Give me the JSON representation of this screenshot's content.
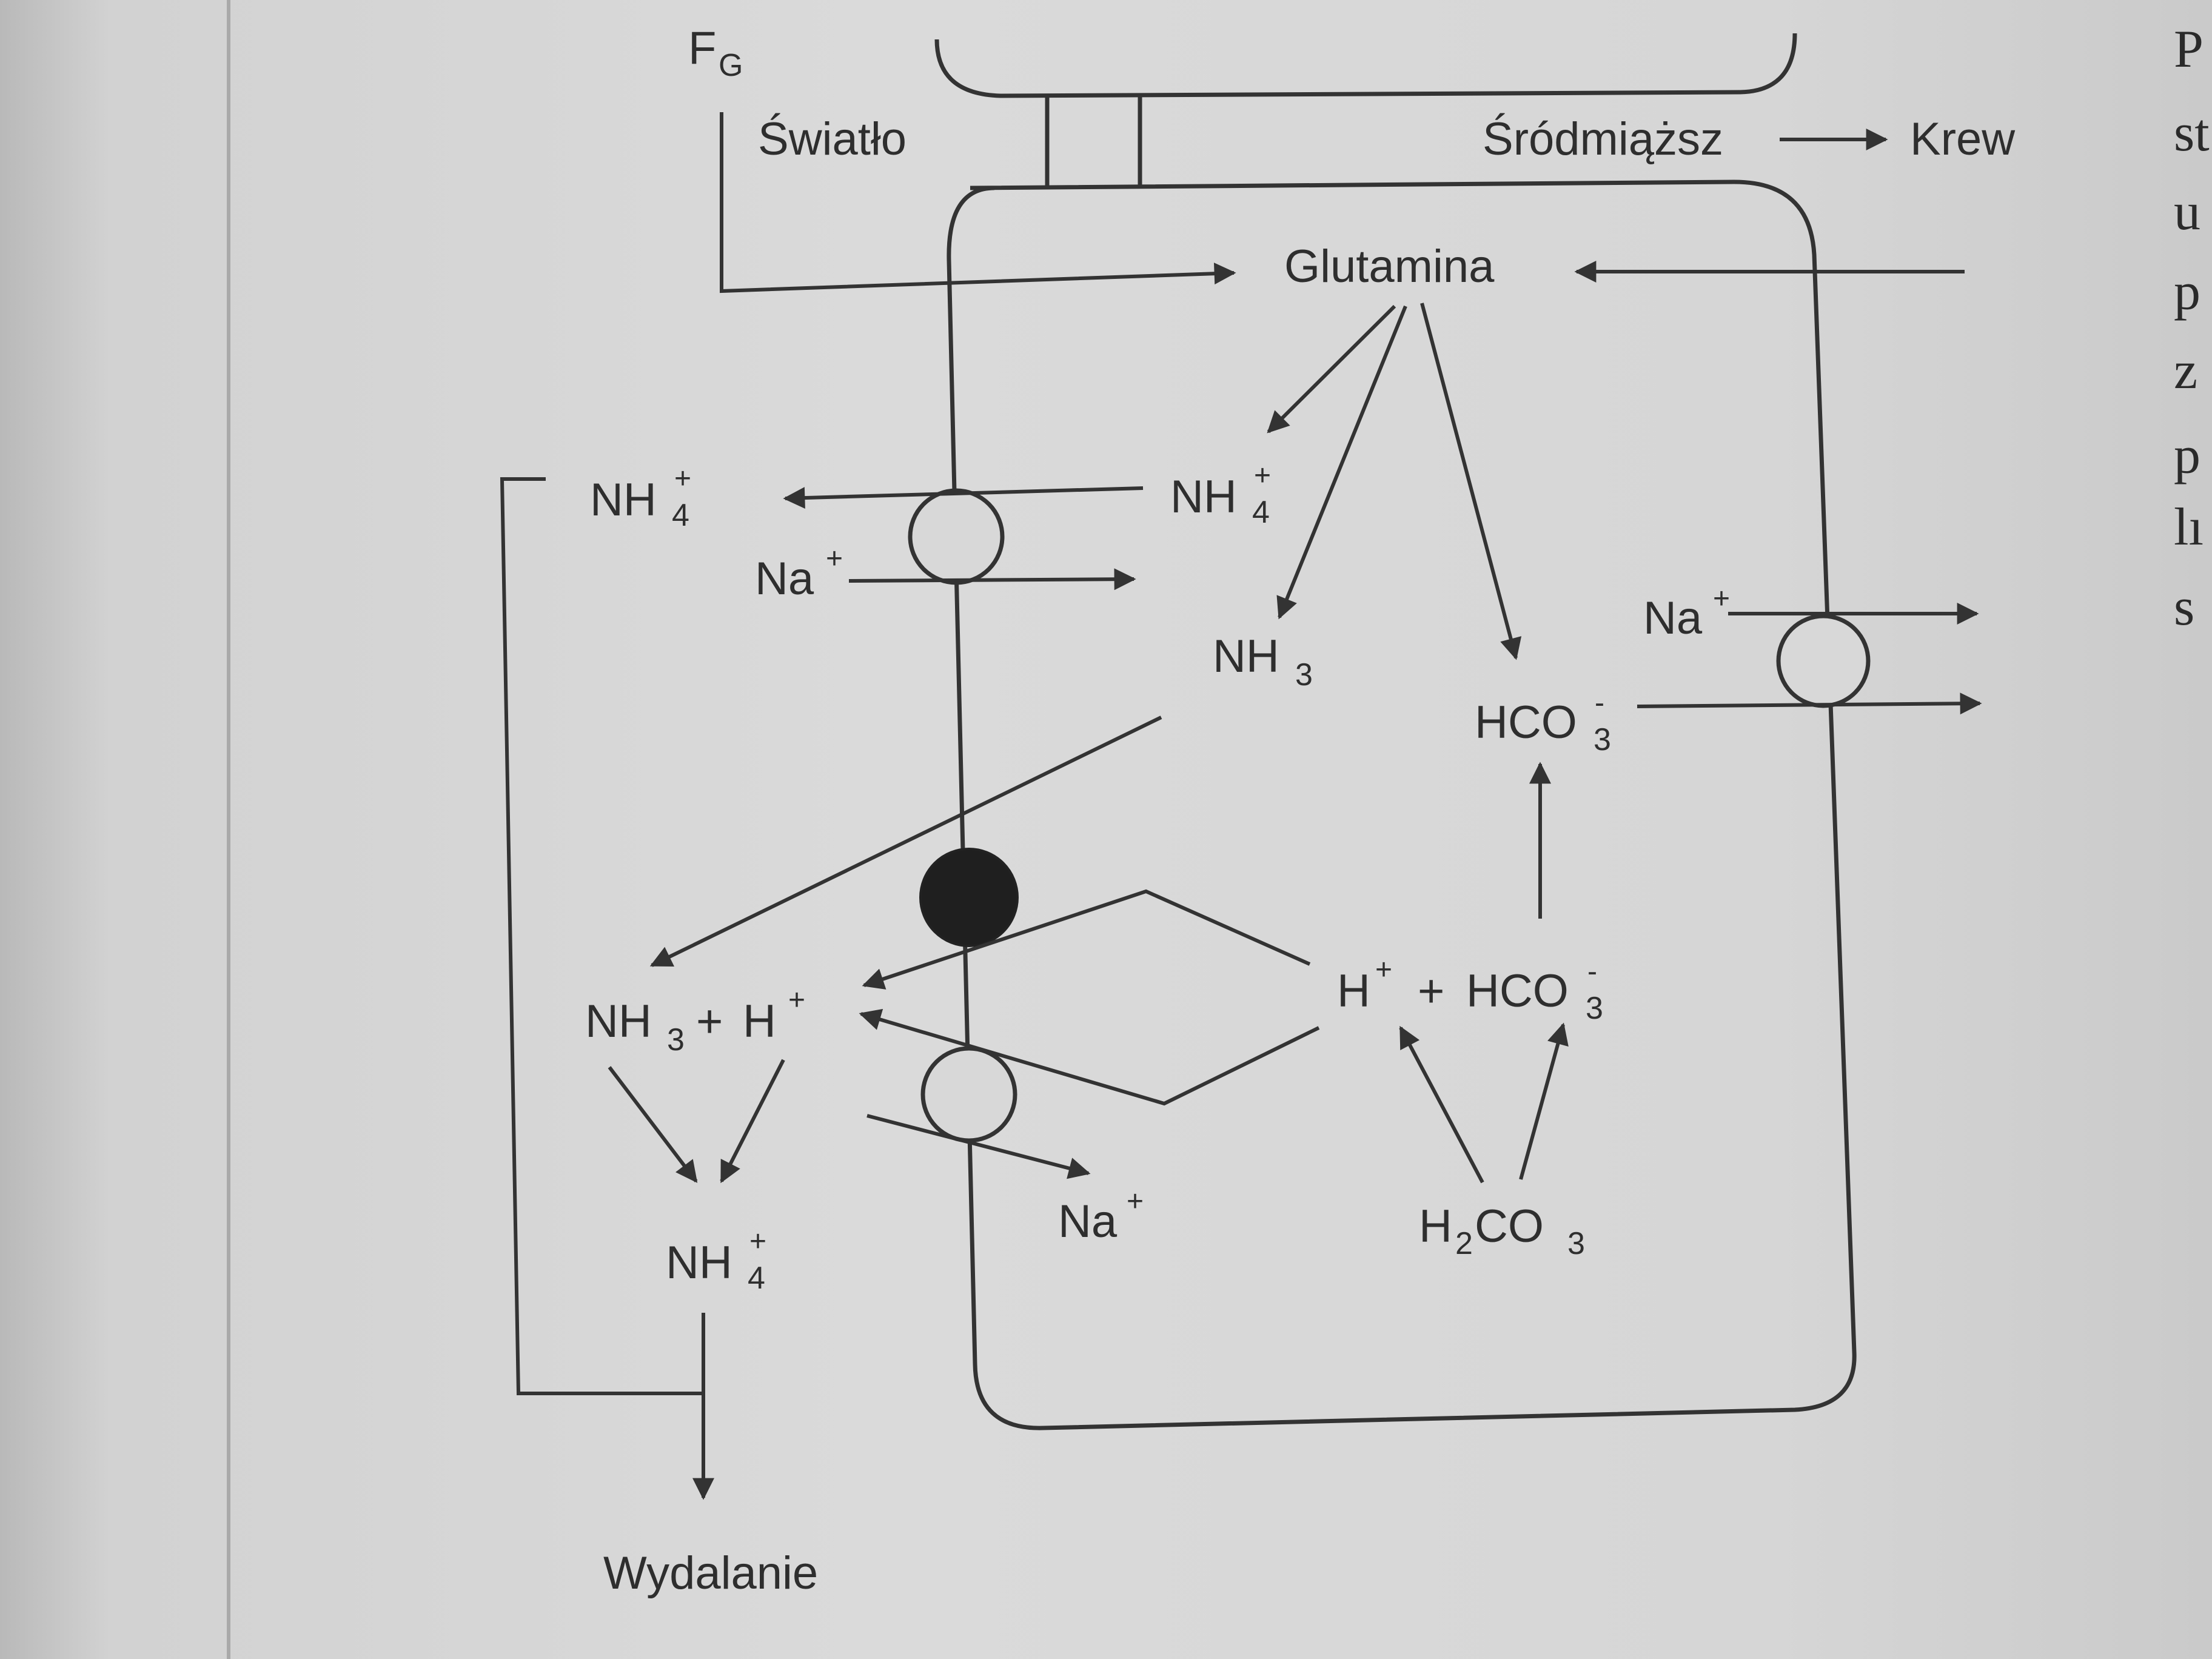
{
  "labels": {
    "fg": "F",
    "fg_sub": "G",
    "lumen": "Światło",
    "interstitium": "Śródmiąższ",
    "blood": "Krew",
    "glutamine": "Glutamina",
    "excretion": "Wydalanie",
    "nh4_cell": "NH",
    "nh4_lumen": "NH",
    "nh4_bottom": "NH",
    "nh3_cell": "NH",
    "nh3_lumen": "NH",
    "plus": "+",
    "h": "H",
    "na_top": "Na",
    "na_bottom": "Na",
    "na_right": "Na",
    "hco3_top": "HCO",
    "h_hco3_h": "H",
    "h_hco3_plus": "+",
    "h_hco3_hco": "HCO",
    "h2co3_h": "H",
    "h2co3_co": "CO",
    "sub_4": "4",
    "sub_3": "3",
    "sub_2": "2",
    "sup_plus": "+",
    "sup_minus": "-"
  },
  "side_text": [
    "P",
    "st",
    "u",
    "p",
    "z",
    "p",
    "lı",
    "s"
  ]
}
